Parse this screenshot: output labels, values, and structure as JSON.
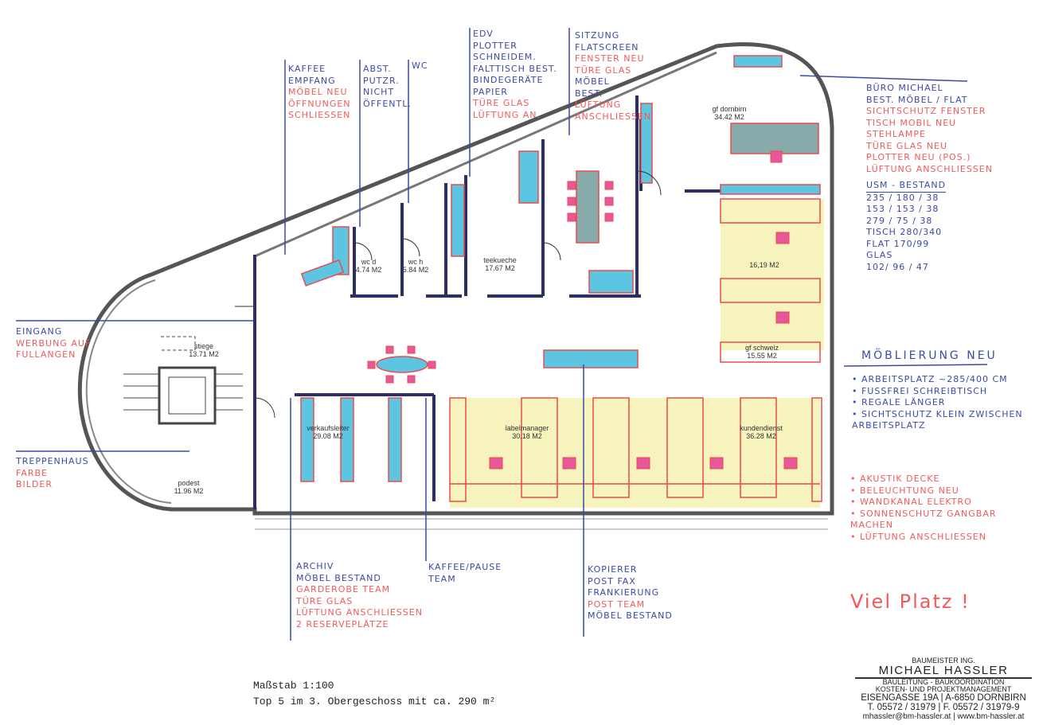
{
  "colors": {
    "ink_blue": "#3b4aa6",
    "ink_red": "#ef5b5b",
    "wall": "#2b2f62",
    "furniture": "#5cc6e2",
    "chair": "#e8579a",
    "outline": "#ea4b4b",
    "floor_fill": "#f3f0a6"
  },
  "rooms": [
    {
      "name": "stiege",
      "area": "13.71 M2"
    },
    {
      "name": "podest",
      "area": "11.96 M2"
    },
    {
      "name": "wc d",
      "area": "4.74 M2"
    },
    {
      "name": "wc h",
      "area": "5.84 M2"
    },
    {
      "name": "teekueche",
      "area": "17.67 M2"
    },
    {
      "name": "gf dornbirn",
      "area": "34.42 M2"
    },
    {
      "name": "",
      "area": "16,19 M2"
    },
    {
      "name": "gf schweiz",
      "area": "15.55 M2"
    },
    {
      "name": "verkaufsleiter",
      "area": "29.08 M2"
    },
    {
      "name": "labelmanager",
      "area": "30.18 M2"
    },
    {
      "name": "kundendienst",
      "area": "36.28 M2"
    }
  ],
  "notes": {
    "kaffee": [
      {
        "t": "Kaffee",
        "c": "blue"
      },
      {
        "t": "Empfang",
        "c": "blue"
      },
      {
        "t": "Möbel neu",
        "c": "red"
      },
      {
        "t": "Öffnungen",
        "c": "red"
      },
      {
        "t": "schliessen",
        "c": "red"
      }
    ],
    "abst": [
      {
        "t": "Abst.",
        "c": "blue"
      },
      {
        "t": "Putzr.",
        "c": "blue"
      },
      {
        "t": "nicht",
        "c": "blue"
      },
      {
        "t": "öffentl.",
        "c": "blue"
      }
    ],
    "wc": [
      {
        "t": "WC",
        "c": "blue"
      }
    ],
    "edv": [
      {
        "t": "EDV",
        "c": "blue"
      },
      {
        "t": "Plotter",
        "c": "blue"
      },
      {
        "t": "Schneidem.",
        "c": "blue"
      },
      {
        "t": "Falttisch best.",
        "c": "blue"
      },
      {
        "t": "Bindegeräte",
        "c": "blue"
      },
      {
        "t": "Papier",
        "c": "blue"
      },
      {
        "t": "Türe Glas",
        "c": "red"
      },
      {
        "t": "Lüftung an.",
        "c": "red"
      }
    ],
    "sitzung": [
      {
        "t": "Sitzung",
        "c": "blue"
      },
      {
        "t": "Flatscreen",
        "c": "blue"
      },
      {
        "t": "Fenster neu",
        "c": "red"
      },
      {
        "t": "Türe Glas",
        "c": "red"
      },
      {
        "t": "Möbel",
        "c": "blue"
      },
      {
        "t": "best.",
        "c": "blue"
      },
      {
        "t": "Lüftung",
        "c": "red"
      },
      {
        "t": "anschliessen",
        "c": "red"
      }
    ],
    "buero": [
      {
        "t": "Büro Michael",
        "c": "blue"
      },
      {
        "t": "best. Möbel / Flat",
        "c": "blue"
      },
      {
        "t": "Sichtschutz Fenster",
        "c": "red"
      },
      {
        "t": "Tisch mobil neu",
        "c": "red"
      },
      {
        "t": "Stehlampe",
        "c": "red"
      },
      {
        "t": "Türe Glas neu",
        "c": "red"
      },
      {
        "t": "Plotter neu (pos.)",
        "c": "red"
      },
      {
        "t": "Lüftung anschliessen",
        "c": "red"
      }
    ],
    "usm": [
      {
        "t": "USM - Bestand",
        "c": "blue"
      },
      {
        "t": "235 / 180 / 38",
        "c": "blue"
      },
      {
        "t": "153 / 153 / 38",
        "c": "blue"
      },
      {
        "t": "279 / 75 / 38",
        "c": "blue"
      },
      {
        "t": "Tisch 280/340",
        "c": "blue"
      },
      {
        "t": "Flat 170/99",
        "c": "blue"
      },
      {
        "t": "Glas",
        "c": "blue"
      },
      {
        "t": "102/ 96 / 47",
        "c": "blue"
      }
    ],
    "moeblierung_title": "Möblierung neu",
    "moeblierung": [
      {
        "t": "• Arbeitsplatz ~285/400 cm",
        "c": "blue"
      },
      {
        "t": "• Fussfrei Schreibtisch",
        "c": "blue"
      },
      {
        "t": "• Regale länger",
        "c": "blue"
      },
      {
        "t": "• Sichtschutz klein zwischen",
        "c": "blue"
      },
      {
        "t": "  Arbeitsplatz",
        "c": "blue"
      }
    ],
    "massnahmen": [
      {
        "t": "• Akustik Decke",
        "c": "red"
      },
      {
        "t": "• Beleuchtung neu",
        "c": "red"
      },
      {
        "t": "• Wandkanal Elektro",
        "c": "red"
      },
      {
        "t": "• Sonnenschutz gangbar",
        "c": "red"
      },
      {
        "t": "  machen",
        "c": "red"
      },
      {
        "t": "• Lüftung anschliessen",
        "c": "red"
      }
    ],
    "viel_platz": "Viel Platz !",
    "eingang": [
      {
        "t": "Eingang",
        "c": "blue"
      },
      {
        "t": "Werbung auf",
        "c": "red"
      },
      {
        "t": "Fullangen",
        "c": "red"
      }
    ],
    "treppenhaus": [
      {
        "t": "Treppenhaus",
        "c": "blue"
      },
      {
        "t": "Farbe",
        "c": "red"
      },
      {
        "t": "Bilder",
        "c": "red"
      }
    ],
    "archiv": [
      {
        "t": "Archiv",
        "c": "blue"
      },
      {
        "t": "Möbel Bestand",
        "c": "blue"
      },
      {
        "t": "Garderobe Team",
        "c": "red"
      },
      {
        "t": "Türe Glas",
        "c": "red"
      },
      {
        "t": "Lüftung anschliessen",
        "c": "red"
      },
      {
        "t": "2 Reserveplätze",
        "c": "red"
      }
    ],
    "pause": [
      {
        "t": "Kaffee/Pause",
        "c": "blue"
      },
      {
        "t": "Team",
        "c": "blue"
      }
    ],
    "kopierer": [
      {
        "t": "Kopierer",
        "c": "blue"
      },
      {
        "t": "Post Fax",
        "c": "blue"
      },
      {
        "t": "Frankierung",
        "c": "blue"
      },
      {
        "t": "Post Team",
        "c": "red"
      },
      {
        "t": "Möbel Bestand",
        "c": "blue"
      }
    ]
  },
  "caption": {
    "scale": "Maßstab 1:100",
    "title": "Top 5 im 3. Obergeschoss mit ca. 290 m²"
  },
  "stamp": {
    "line1": "BAUMEISTER ING.",
    "name": "MICHAEL HASSLER",
    "line3": "BAULEITUNG - BAUKOORDINATION",
    "line4": "KOSTEN- UND PROJEKTMANAGEMENT",
    "address": "EISENGASSE 19A | A-6850 DORNBIRN",
    "phone": "T. 05572 / 31979 | F. 05572 / 31979-9",
    "web": "mhassler@bm-hassler.at | www.bm-hassler.at"
  }
}
